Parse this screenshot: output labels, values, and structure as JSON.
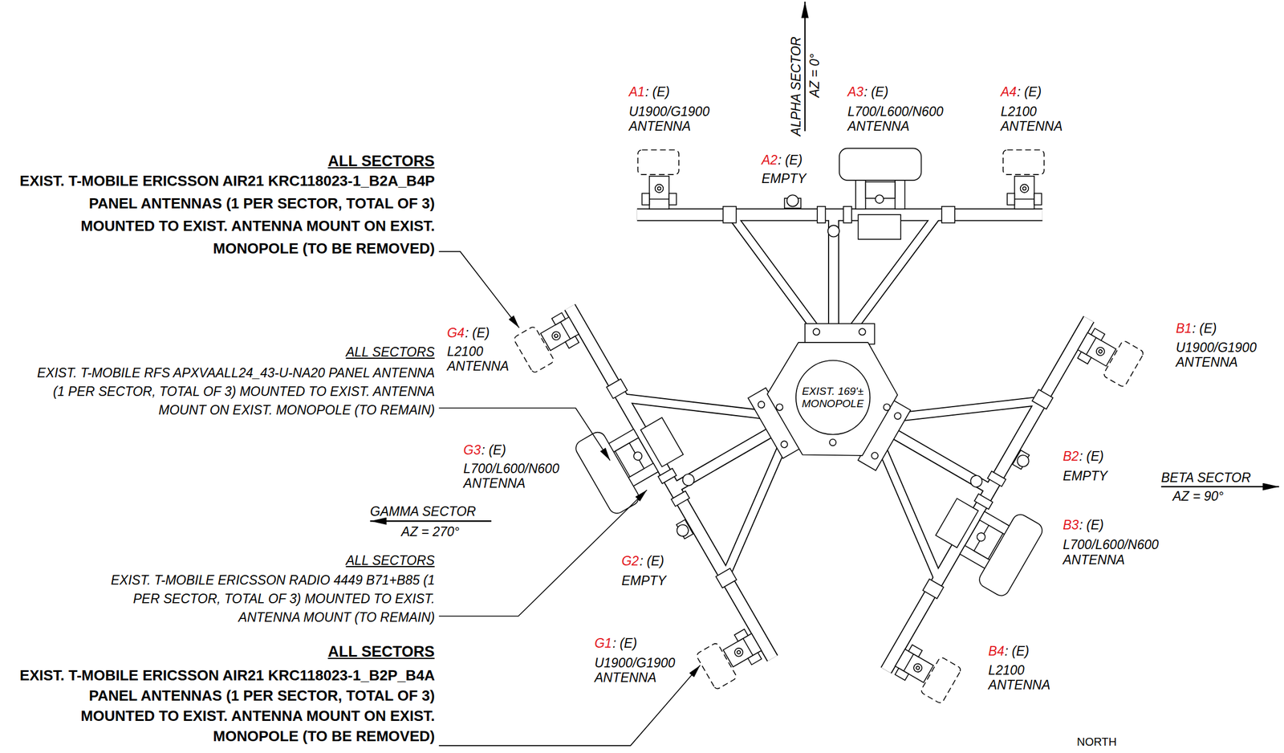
{
  "diagram": {
    "nodes": [
      {
        "text": [
          "EXIST. 169'± MONOPOLE"
        ]
      }
    ],
    "labels": [
      "ALPHA SECTOR",
      "AZ = 0°",
      "A1",
      ": (E)",
      "U1900/G1900 ANTENNA",
      "A2",
      ": (E)",
      "EMPTY",
      "A3",
      ": (E)",
      "L700/L600/N600 ANTENNA",
      "A4",
      ": (E)",
      "L2100 ANTENNA",
      "ALL SECTORS",
      "EXIST. T-MOBILE ERICSSON AIR21 KRC118023-1_B2A_B4P PANEL ANTENNAS (1 PER SECTOR, TOTAL OF 3) MOUNTED TO EXIST. ANTENNA MOUNT ON EXIST. MONOPOLE (TO BE REMOVED)",
      "G4",
      ": (E)",
      "L2100 ANTENNA",
      "ALL SECTORS",
      "EXIST. T-MOBILE RFS APXVAALL24_43-U-NA20 PANEL ANTENNA (1 PER SECTOR, TOTAL OF 3) MOUNTED TO EXIST. ANTENNA MOUNT ON EXIST. MONOPOLE (TO REMAIN)",
      "B1",
      ": (E)",
      "U1900/G1900 ANTENNA",
      "B2",
      ": (E)",
      "EMPTY",
      "BETA SECTOR",
      "AZ = 90°",
      "G3",
      ": (E)",
      "L700/L600/N600 ANTENNA",
      "B3",
      ": (E)",
      "L700/L600/N600 ANTENNA",
      "GAMMA SECTOR",
      "AZ = 270°",
      "ALL SECTORS",
      "EXIST. T-MOBILE ERICSSON RADIO 4449 B71+B85 (1 PER SECTOR, TOTAL OF 3) MOUNTED TO EXIST. ANTENNA MOUNT (TO REMAIN)",
      "G2",
      ": (E)",
      "EMPTY",
      "G1",
      ": (E)",
      "U1900/G1900 ANTENNA",
      "B4",
      ": (E)",
      "L2100 ANTENNA",
      "ALL SECTORS",
      "EXIST. T-MOBILE ERICSSON AIR21 KRC118023-1_B2P_B4A PANEL ANTENNAS (1 PER SECTOR, TOTAL OF 3) MOUNTED TO EXIST. ANTENNA MOUNT ON EXIST. MONOPOLE (TO BE REMOVED)",
      "NORTH"
    ]
  }
}
